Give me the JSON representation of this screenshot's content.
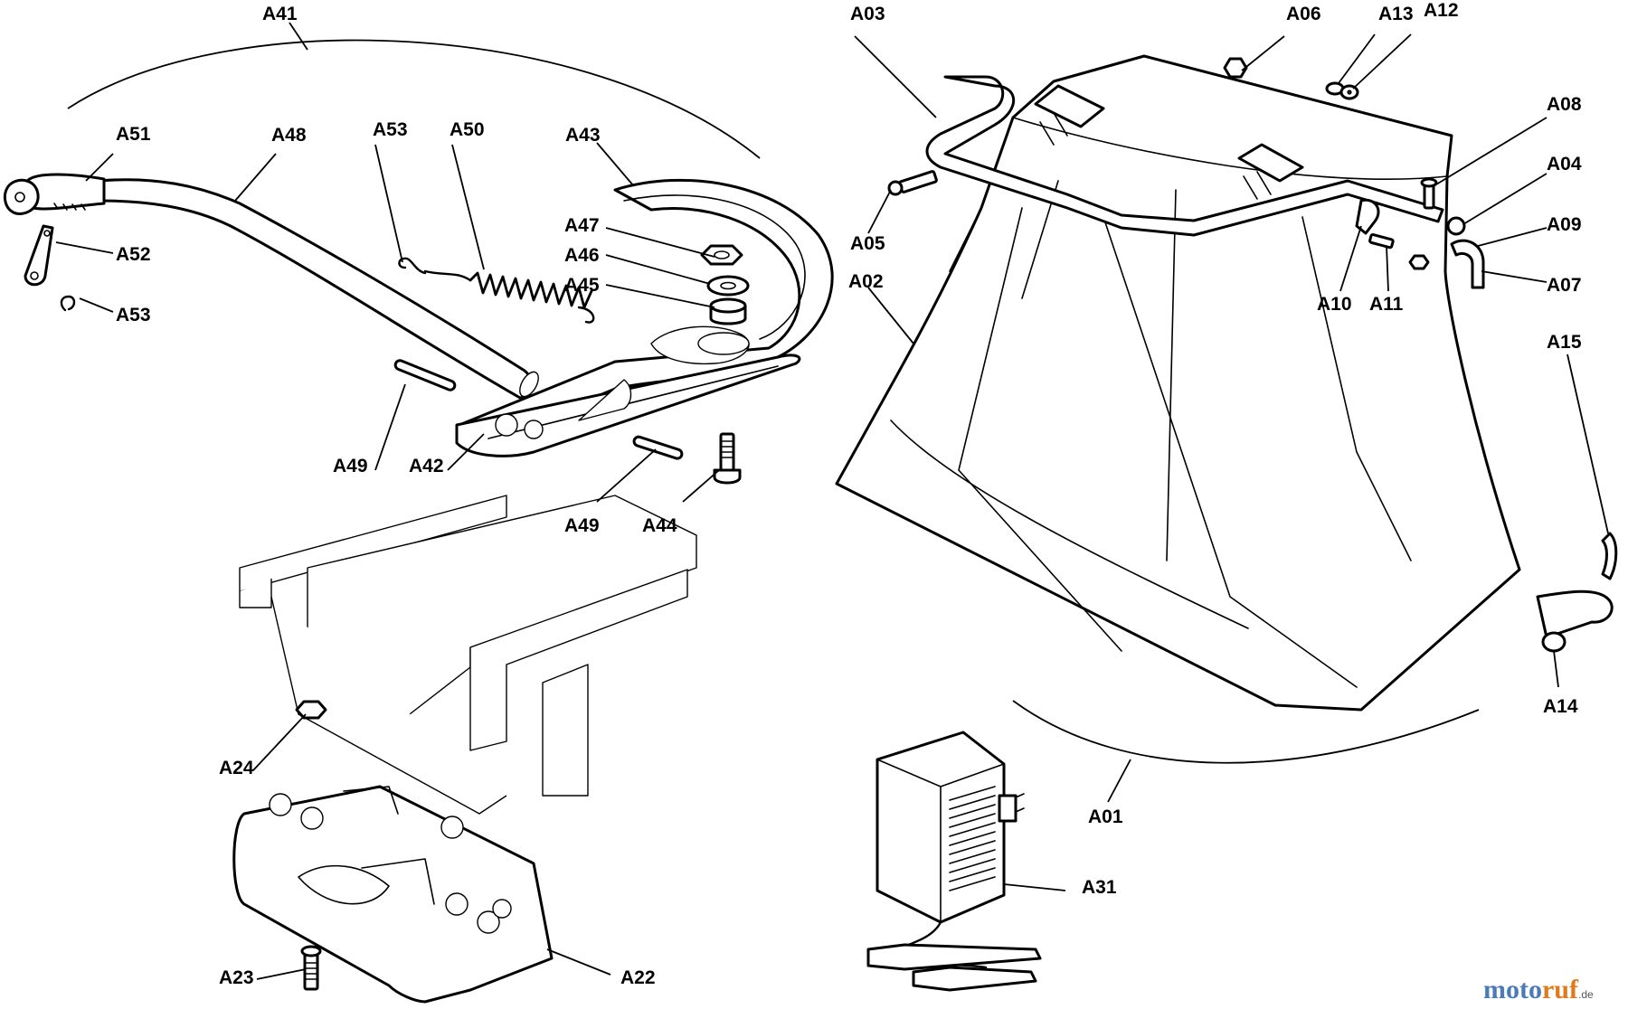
{
  "labels": {
    "A01": "A01",
    "A02": "A02",
    "A03": "A03",
    "A04": "A04",
    "A05": "A05",
    "A06": "A06",
    "A07": "A07",
    "A08": "A08",
    "A09": "A09",
    "A10": "A10",
    "A11": "A11",
    "A12": "A12",
    "A13": "A13",
    "A14": "A14",
    "A15": "A15",
    "A22": "A22",
    "A23": "A23",
    "A24": "A24",
    "A31": "A31",
    "A41": "A41",
    "A42": "A42",
    "A43": "A43",
    "A44": "A44",
    "A45": "A45",
    "A46": "A46",
    "A47": "A47",
    "A48": "A48",
    "A49": "A49",
    "A50": "A50",
    "A51": "A51",
    "A52": "A52",
    "A53": "A53"
  },
  "watermark": {
    "part1": "moto",
    "part2": "ruf",
    "suffix": ".de"
  }
}
